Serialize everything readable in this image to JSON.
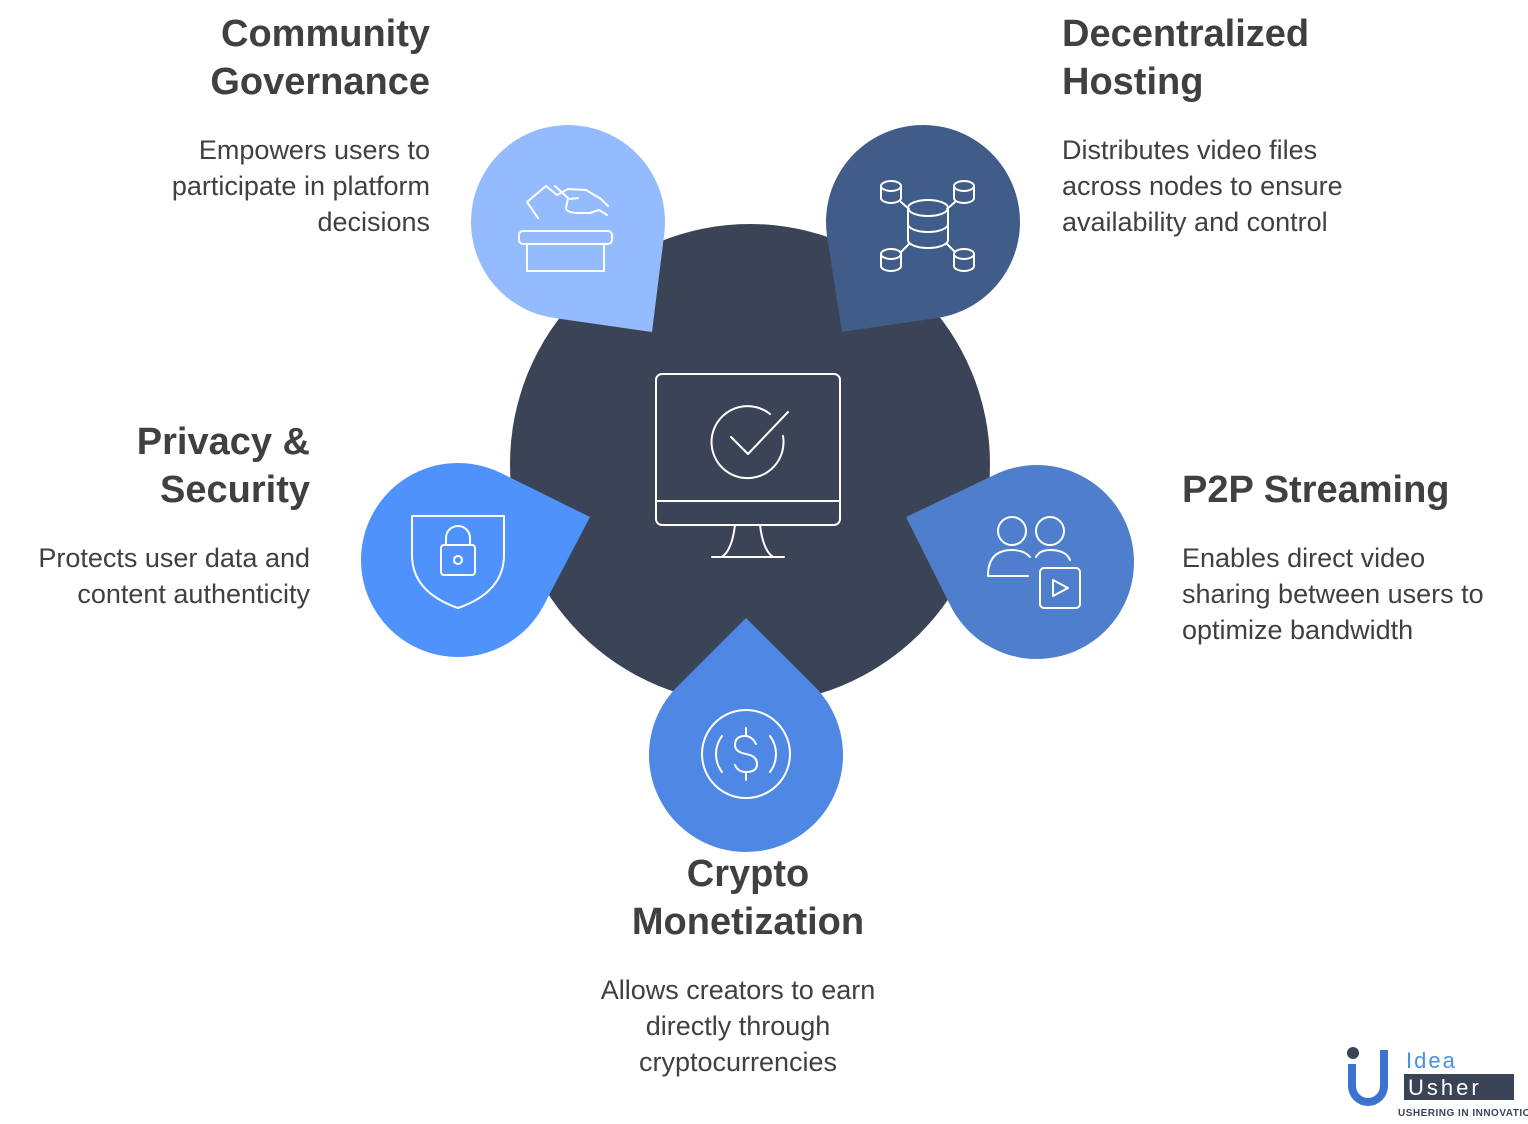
{
  "colors": {
    "center": "#3A4456",
    "governance": "#93BBFD",
    "hosting": "#405C88",
    "privacy": "#4F92FC",
    "p2p": "#4F7FCC",
    "crypto": "#4F88E4",
    "text": "#404040"
  },
  "center_icon": "monitor-check-icon",
  "items": [
    {
      "title": "Community Governance",
      "description": "Empowers users to participate in platform decisions",
      "icon": "ballot-box-icon"
    },
    {
      "title": "Decentralized Hosting",
      "description": "Distributes video files across nodes to ensure availability and control",
      "icon": "database-network-icon"
    },
    {
      "title": "Privacy & Security",
      "description": "Protects user data and content authenticity",
      "icon": "shield-lock-icon"
    },
    {
      "title": "P2P Streaming",
      "description": "Enables direct video sharing between users to optimize bandwidth",
      "icon": "users-video-icon"
    },
    {
      "title": "Crypto Monetization",
      "description": "Allows creators to earn directly through cryptocurrencies",
      "icon": "dollar-coin-icon"
    }
  ],
  "logo": {
    "line1": "Idea",
    "line2": "Usher",
    "tagline": "USHERING IN INNOVATION"
  }
}
